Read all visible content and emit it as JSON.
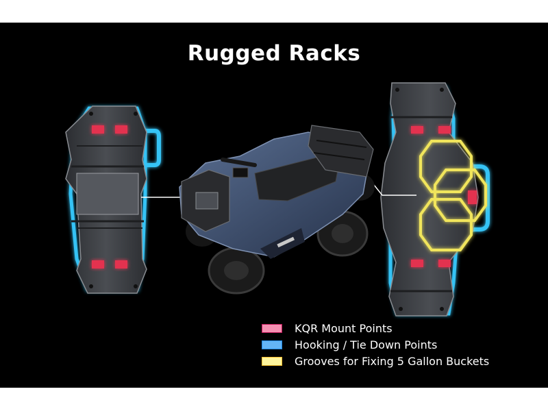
{
  "title": "Rugged Racks",
  "legend": [
    {
      "label": "KQR Mount Points",
      "color": "#f48fb1",
      "border": "#c2185b"
    },
    {
      "label": "Hooking / Tie Down Points",
      "color": "#64b5f6",
      "border": "#1e88e5"
    },
    {
      "label": "Grooves for Fixing 5 Gallon Buckets",
      "color": "#fff59d",
      "border": "#fbc02d"
    }
  ],
  "colors": {
    "background": "#000000",
    "kqr": "#e3334f",
    "tie_down": "#35c3f5",
    "bucket_groove": "#f1e55b",
    "rack": "#3a3c40",
    "atv_body": "#3a4a66"
  },
  "icons": [
    "front-rack-icon",
    "rear-rack-icon",
    "atv-icon"
  ]
}
